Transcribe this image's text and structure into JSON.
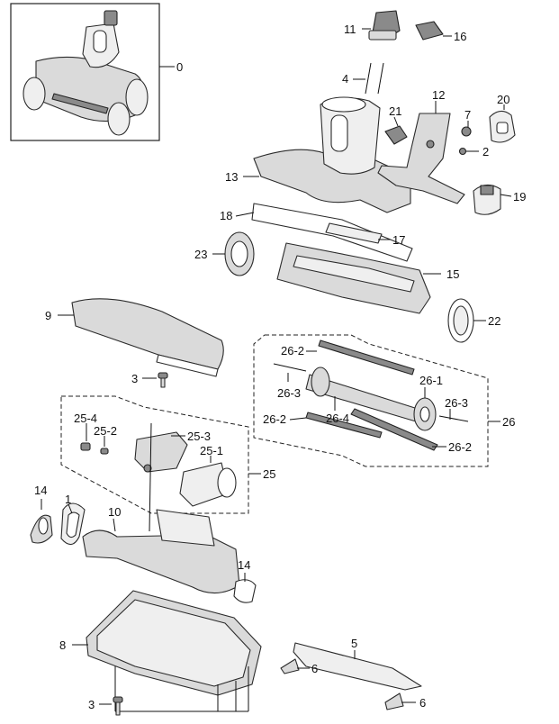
{
  "diagram": {
    "callouts": {
      "c0": "0",
      "c11": "11",
      "c16": "16",
      "c4": "4",
      "c12": "12",
      "c20": "20",
      "c21": "21",
      "c7": "7",
      "c2": "2",
      "c13": "13",
      "c19": "19",
      "c18": "18",
      "c17": "17",
      "c23": "23",
      "c15": "15",
      "c9": "9",
      "c22": "22",
      "c26_2a": "26-2",
      "c26_1": "26-1",
      "c26_3a": "26-3",
      "c26_3b": "26-3",
      "c26_2b": "26-2",
      "c26_4": "26-4",
      "c26": "26",
      "c26_2c": "26-2",
      "c3a": "3",
      "c25_4": "25-4",
      "c25_2": "25-2",
      "c25_3": "25-3",
      "c25_1": "25-1",
      "c25": "25",
      "c14a": "14",
      "c1": "1",
      "c10": "10",
      "c14b": "14",
      "c8": "8",
      "c5": "5",
      "c6a": "6",
      "c3b": "3",
      "c6b": "6"
    }
  }
}
